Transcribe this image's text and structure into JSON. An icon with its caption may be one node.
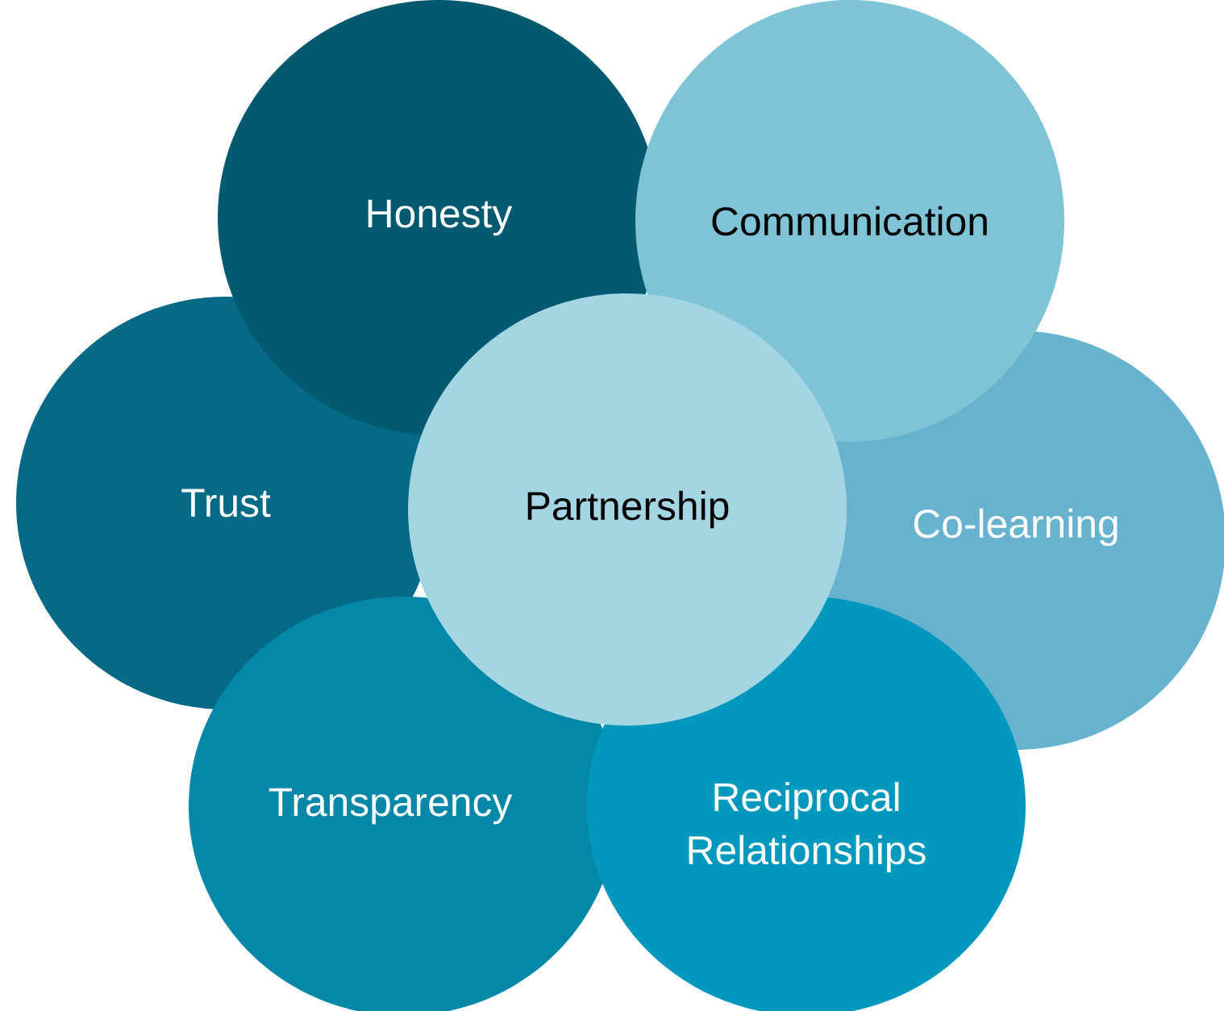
{
  "diagram": {
    "nodes": [
      {
        "text": [
          "Honesty"
        ]
      },
      {
        "text": [
          "Communication"
        ]
      },
      {
        "text": [
          "Trust"
        ]
      },
      {
        "text": [
          "Partnership"
        ]
      },
      {
        "text": [
          "Co-learning"
        ]
      },
      {
        "text": [
          "Transparency"
        ]
      },
      {
        "text": [
          "Reciprocal Relationships"
        ]
      }
    ]
  }
}
